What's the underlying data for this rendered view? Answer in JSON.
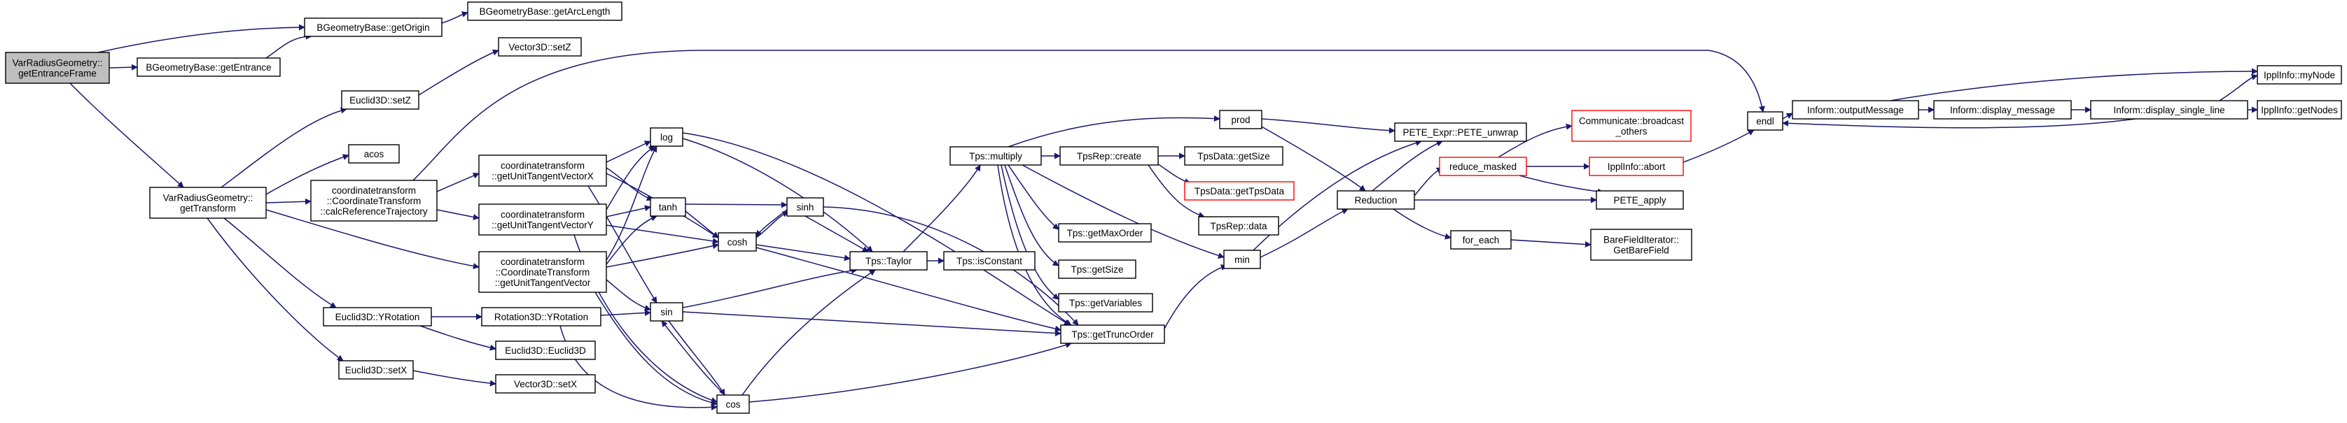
{
  "colors": {
    "edge": "#191970",
    "root_fill": "#bfbfbf",
    "warn_stroke": "#ff0000"
  },
  "nodes": [
    {
      "id": "root",
      "lines": [
        "VarRadiusGeometry::",
        "getEntranceFrame"
      ],
      "root": true
    },
    {
      "id": "getEntrance",
      "lines": [
        "BGeometryBase::getEntrance"
      ]
    },
    {
      "id": "getOrigin",
      "lines": [
        "BGeometryBase::getOrigin"
      ]
    },
    {
      "id": "getArcLength",
      "lines": [
        "BGeometryBase::getArcLength"
      ]
    },
    {
      "id": "vrTransform",
      "lines": [
        "VarRadiusGeometry::",
        "getTransform"
      ]
    },
    {
      "id": "eSetZ",
      "lines": [
        "Euclid3D::setZ"
      ]
    },
    {
      "id": "vSetZ",
      "lines": [
        "Vector3D::setZ"
      ]
    },
    {
      "id": "acos",
      "lines": [
        "acos"
      ]
    },
    {
      "id": "calcRef",
      "lines": [
        "coordinatetransform",
        "::CoordinateTransform",
        "::calcReferenceTrajectory"
      ]
    },
    {
      "id": "unitX",
      "lines": [
        "coordinatetransform",
        "::getUnitTangentVectorX"
      ]
    },
    {
      "id": "unitY",
      "lines": [
        "coordinatetransform",
        "::getUnitTangentVectorY"
      ]
    },
    {
      "id": "unitVec",
      "lines": [
        "coordinatetransform",
        "::CoordinateTransform",
        "::getUnitTangentVector"
      ]
    },
    {
      "id": "eYRot",
      "lines": [
        "Euclid3D::YRotation"
      ]
    },
    {
      "id": "rYRot",
      "lines": [
        "Rotation3D::YRotation"
      ]
    },
    {
      "id": "eCtor",
      "lines": [
        "Euclid3D::Euclid3D"
      ]
    },
    {
      "id": "eSetX",
      "lines": [
        "Euclid3D::setX"
      ]
    },
    {
      "id": "vSetX",
      "lines": [
        "Vector3D::setX"
      ]
    },
    {
      "id": "log",
      "lines": [
        "log"
      ]
    },
    {
      "id": "tanh",
      "lines": [
        "tanh"
      ]
    },
    {
      "id": "cosh",
      "lines": [
        "cosh"
      ]
    },
    {
      "id": "sinh",
      "lines": [
        "sinh"
      ]
    },
    {
      "id": "sin",
      "lines": [
        "sin"
      ]
    },
    {
      "id": "cos",
      "lines": [
        "cos"
      ]
    },
    {
      "id": "taylor",
      "lines": [
        "Tps::Taylor"
      ]
    },
    {
      "id": "isConst",
      "lines": [
        "Tps::isConstant"
      ]
    },
    {
      "id": "multiply",
      "lines": [
        "Tps::multiply"
      ]
    },
    {
      "id": "create",
      "lines": [
        "TpsRep::create"
      ]
    },
    {
      "id": "getMaxOrder",
      "lines": [
        "Tps::getMaxOrder"
      ]
    },
    {
      "id": "tpsGetSize",
      "lines": [
        "Tps::getSize"
      ]
    },
    {
      "id": "getVariables",
      "lines": [
        "Tps::getVariables"
      ]
    },
    {
      "id": "getTruncOrder",
      "lines": [
        "Tps::getTruncOrder"
      ]
    },
    {
      "id": "dataGetSize",
      "lines": [
        "TpsData::getSize"
      ]
    },
    {
      "id": "getTpsData",
      "lines": [
        "TpsData::getTpsData"
      ],
      "warn": true
    },
    {
      "id": "repData",
      "lines": [
        "TpsRep::data"
      ]
    },
    {
      "id": "prod",
      "lines": [
        "prod"
      ]
    },
    {
      "id": "min",
      "lines": [
        "min"
      ]
    },
    {
      "id": "unwrap",
      "lines": [
        "PETE_Expr::PETE_unwrap"
      ]
    },
    {
      "id": "reduction",
      "lines": [
        "Reduction"
      ]
    },
    {
      "id": "reduceMasked",
      "lines": [
        "reduce_masked"
      ],
      "warn": true
    },
    {
      "id": "forEach",
      "lines": [
        "for_each"
      ]
    },
    {
      "id": "bfi",
      "lines": [
        "BareFieldIterator::",
        "GetBareField"
      ]
    },
    {
      "id": "broadcast",
      "lines": [
        "Communicate::broadcast",
        "_others"
      ],
      "warn": true
    },
    {
      "id": "abort",
      "lines": [
        "IpplInfo::abort"
      ],
      "warn": true
    },
    {
      "id": "peteApply",
      "lines": [
        "PETE_apply"
      ]
    },
    {
      "id": "endl",
      "lines": [
        "endl"
      ]
    },
    {
      "id": "outMsg",
      "lines": [
        "Inform::outputMessage"
      ]
    },
    {
      "id": "dispMsg",
      "lines": [
        "Inform::display_message"
      ]
    },
    {
      "id": "dispLine",
      "lines": [
        "Inform::display_single_line"
      ]
    },
    {
      "id": "myNode",
      "lines": [
        "IpplInfo::myNode"
      ]
    },
    {
      "id": "getNodes",
      "lines": [
        "IpplInfo::getNodes"
      ]
    }
  ]
}
